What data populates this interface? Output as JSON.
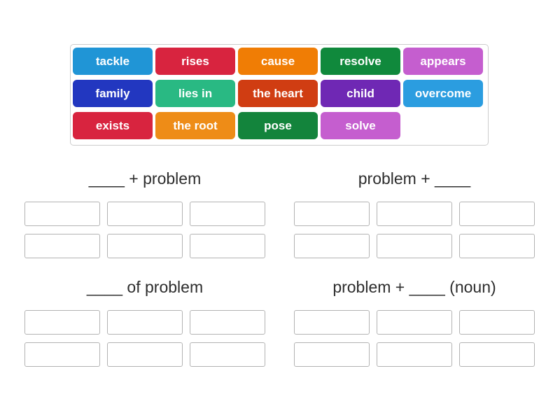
{
  "activity": {
    "background_color": "#ffffff"
  },
  "word_bank": {
    "border_color": "#cccccc",
    "tiles": [
      {
        "label": "tackle",
        "color": "#2095d6"
      },
      {
        "label": "rises",
        "color": "#d8243f"
      },
      {
        "label": "cause",
        "color": "#f07d05"
      },
      {
        "label": "resolve",
        "color": "#10893c"
      },
      {
        "label": "appears",
        "color": "#c55ecf"
      },
      {
        "label": "family",
        "color": "#2237c0"
      },
      {
        "label": "lies in",
        "color": "#29b983"
      },
      {
        "label": "the heart",
        "color": "#d03d12"
      },
      {
        "label": "child",
        "color": "#6f28b4"
      },
      {
        "label": "overcome",
        "color": "#2b9de0"
      },
      {
        "label": "exists",
        "color": "#d8243f"
      },
      {
        "label": "the root",
        "color": "#ee8c17"
      },
      {
        "label": "pose",
        "color": "#13843c"
      },
      {
        "label": "solve",
        "color": "#c55ecf"
      }
    ]
  },
  "groups": [
    {
      "label": "____ + problem",
      "slot_count": 6
    },
    {
      "label": "problem + ____",
      "slot_count": 6
    },
    {
      "label": "____ of problem",
      "slot_count": 6
    },
    {
      "label": "problem + ____ (noun)",
      "slot_count": 6
    }
  ],
  "slot_style": {
    "border_color": "#b3b3b3",
    "fill_color": "#ffffff"
  }
}
